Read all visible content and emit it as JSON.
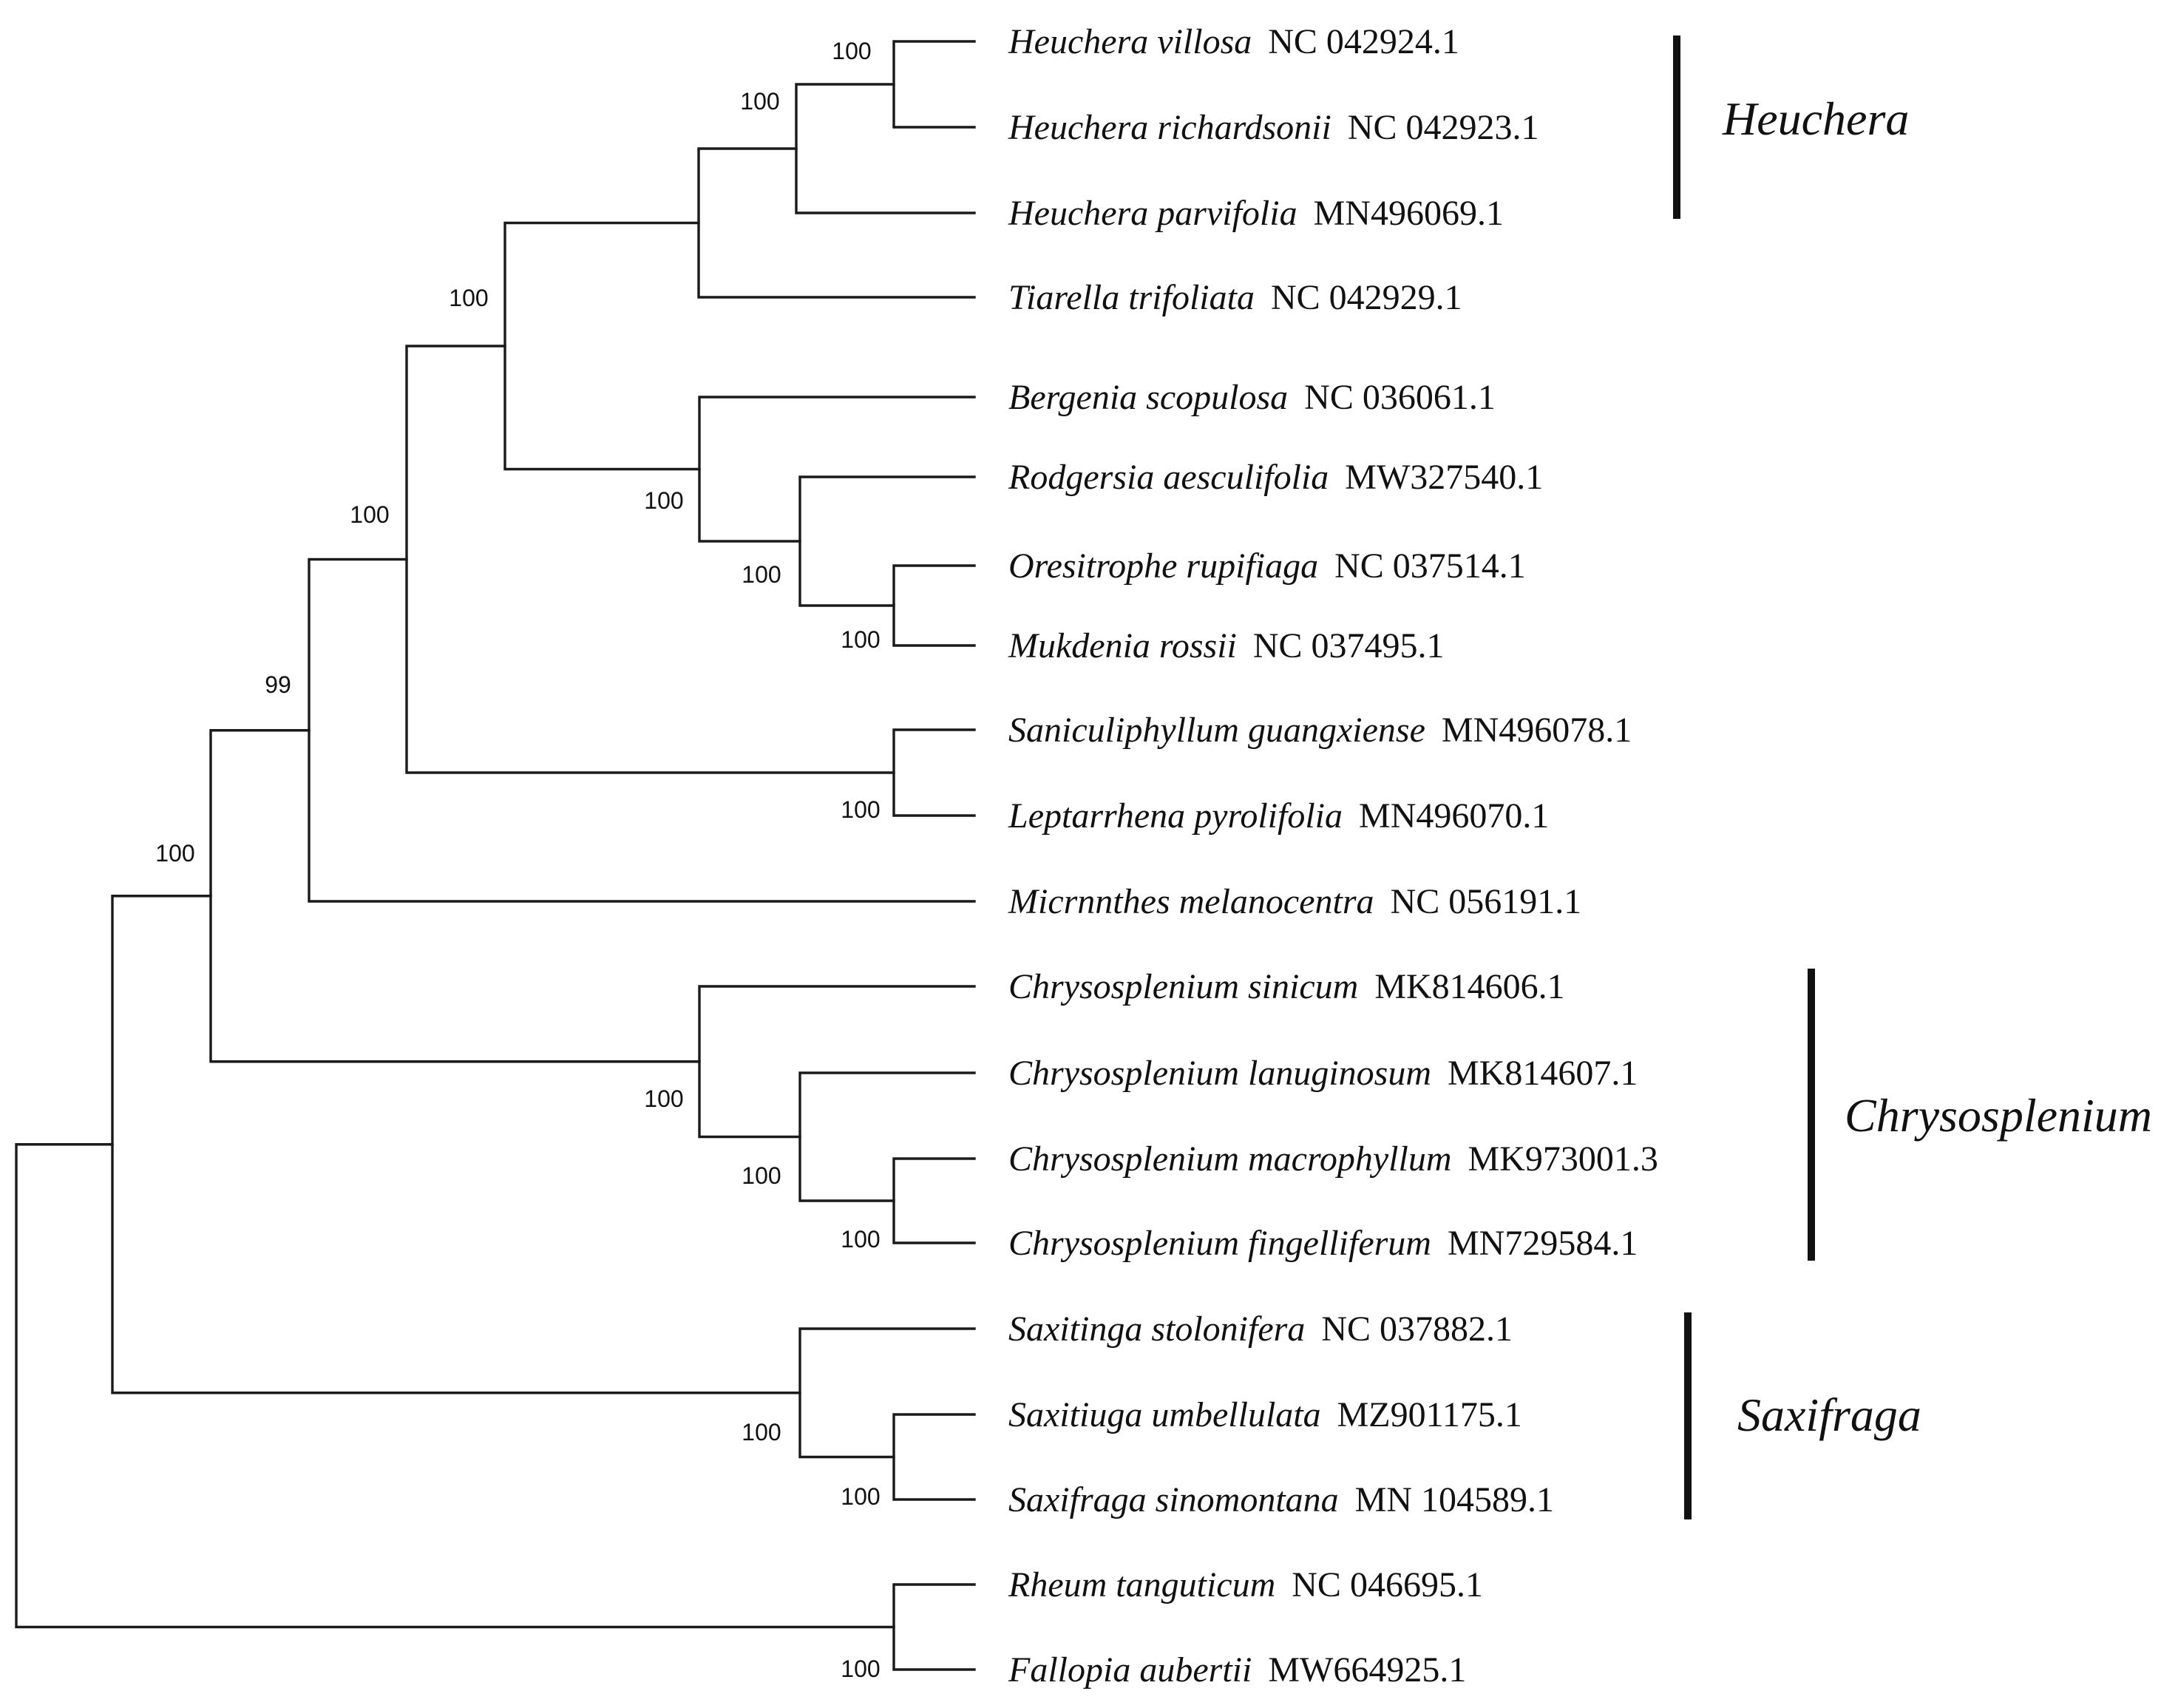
{
  "tree": {
    "leaves": [
      {
        "species": "Heuchera villosa",
        "accession": "NC 042924.1"
      },
      {
        "species": "Heuchera richardsonii",
        "accession": "NC 042923.1"
      },
      {
        "species": "Heuchera parvifolia",
        "accession": "MN496069.1"
      },
      {
        "species": "Tiarella trifoliata",
        "accession": "NC 042929.1"
      },
      {
        "species": "Bergenia scopulosa",
        "accession": "NC 036061.1"
      },
      {
        "species": "Rodgersia aesculifolia",
        "accession": "MW327540.1"
      },
      {
        "species": "Oresitrophe rupifiaga",
        "accession": "NC 037514.1"
      },
      {
        "species": "Mukdenia rossii",
        "accession": "NC 037495.1"
      },
      {
        "species": "Saniculiphyllum guangxiense",
        "accession": "MN496078.1"
      },
      {
        "species": "Leptarrhena pyrolifolia",
        "accession": "MN496070.1"
      },
      {
        "species": "Micrnnthes melanocentra",
        "accession": "NC 056191.1"
      },
      {
        "species": "Chrysosplenium sinicum",
        "accession": "MK814606.1"
      },
      {
        "species": "Chrysosplenium lanuginosum",
        "accession": "MK814607.1"
      },
      {
        "species": "Chrysosplenium macrophyllum",
        "accession": "MK973001.3"
      },
      {
        "species": "Chrysosplenium fingelliferum",
        "accession": "MN729584.1"
      },
      {
        "species": "Saxitinga stolonifera",
        "accession": "NC 037882.1"
      },
      {
        "species": "Saxitiuga umbellulata",
        "accession": "MZ901175.1"
      },
      {
        "species": "Saxifraga sinomontana",
        "accession": "MN 104589.1"
      },
      {
        "species": "Rheum tanguticum",
        "accession": "NC 046695.1"
      },
      {
        "species": "Fallopia aubertii",
        "accession": "MW664925.1"
      }
    ],
    "nodes": [
      {
        "id": "n_hvr",
        "children": [
          0,
          1
        ],
        "support": "100"
      },
      {
        "id": "n_heu",
        "children": [
          "n_hvr",
          2
        ],
        "support": "100"
      },
      {
        "id": "n_heu_tia",
        "children": [
          "n_heu",
          3
        ],
        "support": ""
      },
      {
        "id": "n_om",
        "children": [
          6,
          7
        ],
        "support": "100"
      },
      {
        "id": "n_rom",
        "children": [
          5,
          "n_om"
        ],
        "support": "100"
      },
      {
        "id": "n_brom",
        "children": [
          4,
          "n_rom"
        ],
        "support": "100"
      },
      {
        "id": "n_a",
        "children": [
          "n_heu_tia",
          "n_brom"
        ],
        "support": "100"
      },
      {
        "id": "n_sl",
        "children": [
          8,
          9
        ],
        "support": "100"
      },
      {
        "id": "n_b",
        "children": [
          "n_a",
          "n_sl"
        ],
        "support": "100"
      },
      {
        "id": "n_c",
        "children": [
          "n_b",
          10
        ],
        "support": "99"
      },
      {
        "id": "n_cmf",
        "children": [
          13,
          14
        ],
        "support": "100"
      },
      {
        "id": "n_clmf",
        "children": [
          12,
          "n_cmf"
        ],
        "support": "100"
      },
      {
        "id": "n_chr",
        "children": [
          11,
          "n_clmf"
        ],
        "support": "100"
      },
      {
        "id": "n_d",
        "children": [
          "n_c",
          "n_chr"
        ],
        "support": "100"
      },
      {
        "id": "n_us",
        "children": [
          16,
          17
        ],
        "support": "100"
      },
      {
        "id": "n_sax",
        "children": [
          15,
          "n_us"
        ],
        "support": "100"
      },
      {
        "id": "n_e",
        "children": [
          "n_d",
          "n_sax"
        ],
        "support": ""
      },
      {
        "id": "n_out",
        "children": [
          18,
          19
        ],
        "support": "100"
      },
      {
        "id": "root",
        "children": [
          "n_e",
          "n_out"
        ],
        "support": ""
      }
    ],
    "groups": [
      {
        "label": "Heuchera",
        "first_leaf": 0,
        "last_leaf": 2
      },
      {
        "label": "Chrysosplenium",
        "first_leaf": 11,
        "last_leaf": 14
      },
      {
        "label": "Saxifraga",
        "first_leaf": 15,
        "last_leaf": 17
      }
    ]
  }
}
